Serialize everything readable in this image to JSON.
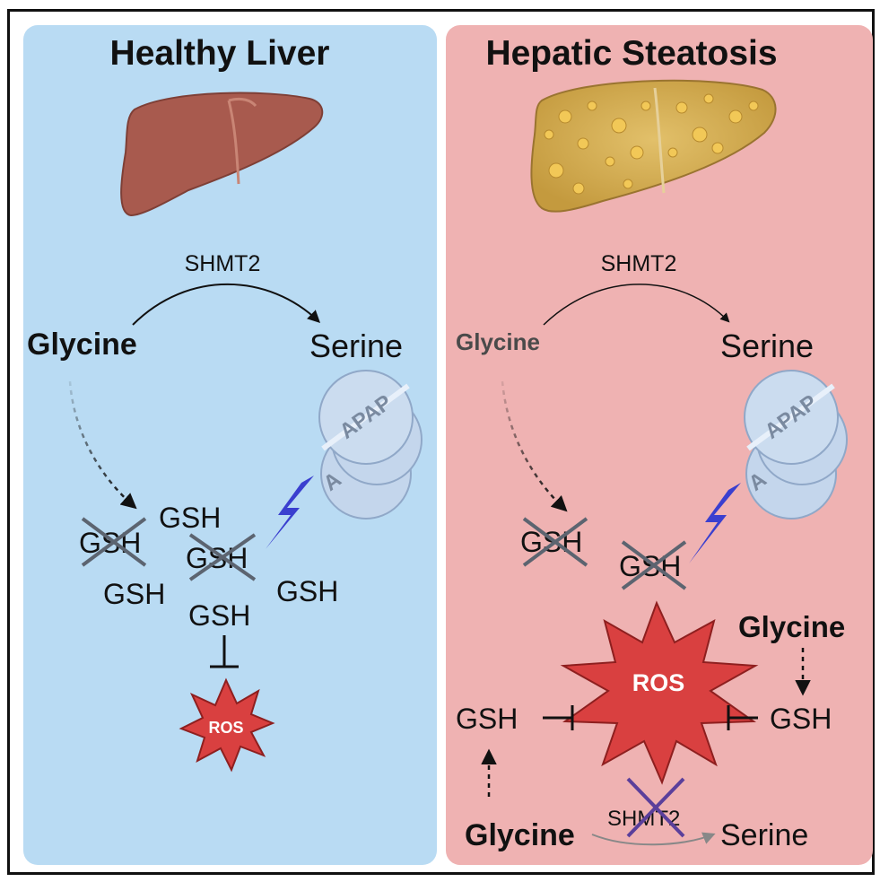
{
  "panels": {
    "healthy": {
      "title": "Healthy Liver",
      "enzyme": "SHMT2",
      "substrate": "Glycine",
      "product": "Serine",
      "gsh_labels": [
        "GSH",
        "GSH",
        "GSH",
        "GSH",
        "GSH",
        "GSH"
      ],
      "drug": "APAP",
      "drug_partial": "A",
      "ros": "ROS"
    },
    "steatosis": {
      "title": "Hepatic Steatosis",
      "enzyme": "SHMT2",
      "substrate": "Glycine",
      "product": "Serine",
      "gsh_labels": [
        "GSH",
        "GSH",
        "GSH",
        "GSH"
      ],
      "drug": "APAP",
      "drug_partial": "A",
      "ros": "ROS",
      "glycine_right": "Glycine",
      "glycine_bottom": "Glycine",
      "enzyme_crossed": "SHMT2",
      "serine_bottom": "Serine"
    }
  },
  "colors": {
    "healthy_bg": "#b9dbf3",
    "steatosis_bg": "#efb2b2",
    "ros_fill": "#d94040",
    "bolt": "#3a3fcf",
    "cross_gray": "#5c6470",
    "cross_purple": "#5b3f9b"
  }
}
